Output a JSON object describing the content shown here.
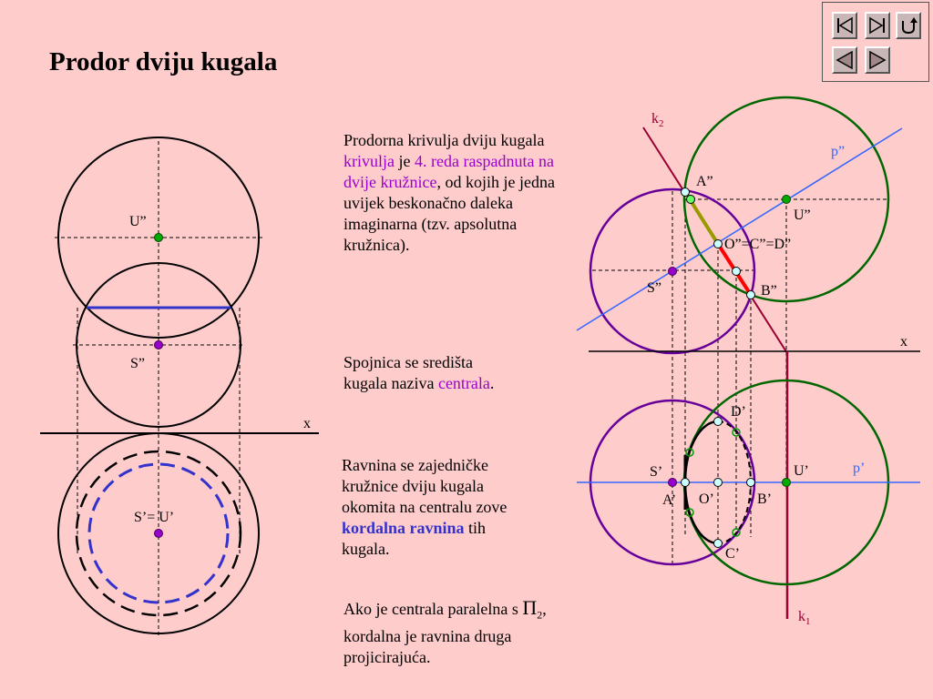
{
  "title": "Prodor dviju kugala",
  "nav": {
    "first": "first-slide-icon",
    "last": "last-slide-icon",
    "return": "return-icon",
    "prev": "previous-icon",
    "next": "next-icon"
  },
  "paragraphs": {
    "p1": {
      "a": "Prodorna krivulja dviju kugala ",
      "b": "krivulja",
      "c": " je ",
      "d": "4. reda raspadnuta na dvije kružnice",
      "e": ", od kojih je jedna uvijek beskonačno daleka imaginarna (tzv. apsolutna kružnica)."
    },
    "p2": {
      "a": "Spojnica se središta kugala naziva ",
      "b": "centrala",
      "c": "."
    },
    "p3": {
      "a": "Ravnina se zajedničke kružnice dviju kugala okomita na centralu zove ",
      "b": "kordalna ravnina",
      "c": " tih kugala."
    },
    "p4": {
      "a": "Ako je centrala paralelna s ",
      "pi": "Π",
      "sub": "2",
      "b": ", kordalna je ravnina druga projicirajuća."
    }
  },
  "left_labels": {
    "u2": "U”",
    "s2": "S”",
    "x": "x",
    "su1": "S’= U’"
  },
  "right_labels": {
    "k2": "k",
    "k2_sub": "2",
    "p2": "p”",
    "a2": "A”",
    "u2": "U”",
    "ocd2": "O”=C”=D”",
    "s2": "S”",
    "b2": "B”",
    "x": "x",
    "d1": "D’",
    "s1": "S’",
    "u1": "U’",
    "p1": "p’",
    "a1": "A’",
    "o1": "O’",
    "b1": "B’",
    "c1": "C’",
    "k1": "k",
    "k1_sub": "1"
  },
  "colors": {
    "background": "#ffcccc",
    "sphere_u": "#006600",
    "sphere_s": "#660099",
    "centrala": "#3366ff",
    "kordalna": "#3333cc",
    "k_line": "#990033",
    "highlight_text": "#9900cc",
    "point_u": "#00aa00",
    "point_s": "#9900cc"
  }
}
